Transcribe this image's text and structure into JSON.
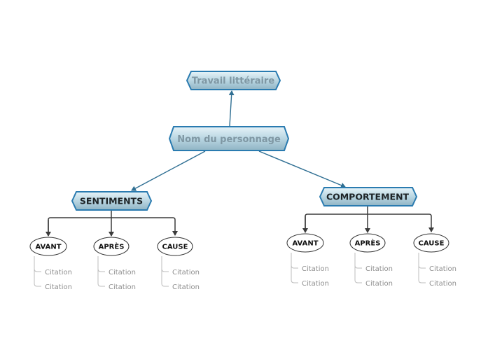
{
  "diagram": {
    "root": {
      "label": "Travail littéraire"
    },
    "center": {
      "label": "Nom du personnage"
    },
    "branches": [
      {
        "label": "SENTIMENTS",
        "children": [
          {
            "label": "AVANT",
            "citations": [
              "Citation",
              "Citation"
            ]
          },
          {
            "label": "APRÈS",
            "citations": [
              "Citation",
              "Citation"
            ]
          },
          {
            "label": "CAUSE",
            "citations": [
              "Citation",
              "Citation"
            ]
          }
        ]
      },
      {
        "label": "COMPORTEMENT",
        "children": [
          {
            "label": "AVANT",
            "citations": [
              "Citation",
              "Citation"
            ]
          },
          {
            "label": "APRÈS",
            "citations": [
              "Citation",
              "Citation"
            ]
          },
          {
            "label": "CAUSE",
            "citations": [
              "Citation",
              "Citation"
            ]
          }
        ]
      }
    ]
  }
}
